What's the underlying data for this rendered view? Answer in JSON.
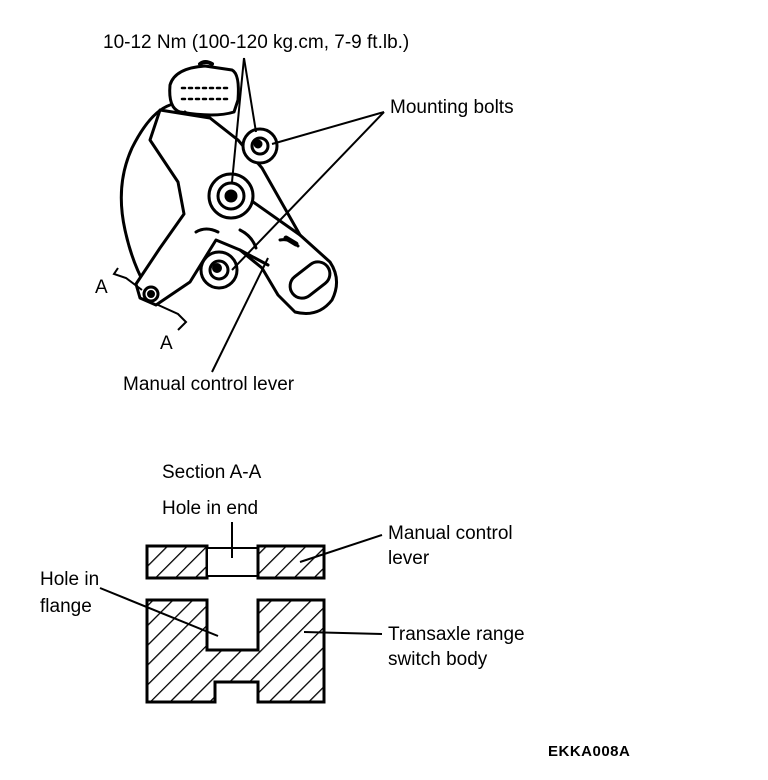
{
  "torque_spec": "10-12 Nm (100-120 kg.cm, 7-9 ft.lb.)",
  "labels": {
    "mounting_bolts": "Mounting bolts",
    "manual_control_lever": "Manual control lever",
    "section_marker": "A",
    "section_title": "Section A-A",
    "hole_in_end": "Hole in end",
    "manual_control_lever_section": [
      "Manual control",
      "lever"
    ],
    "hole_in_flange": [
      "Hole in",
      "flange"
    ],
    "switch_body": [
      "Transaxle range",
      "switch body"
    ]
  },
  "figure_ref": "EKKA008A"
}
